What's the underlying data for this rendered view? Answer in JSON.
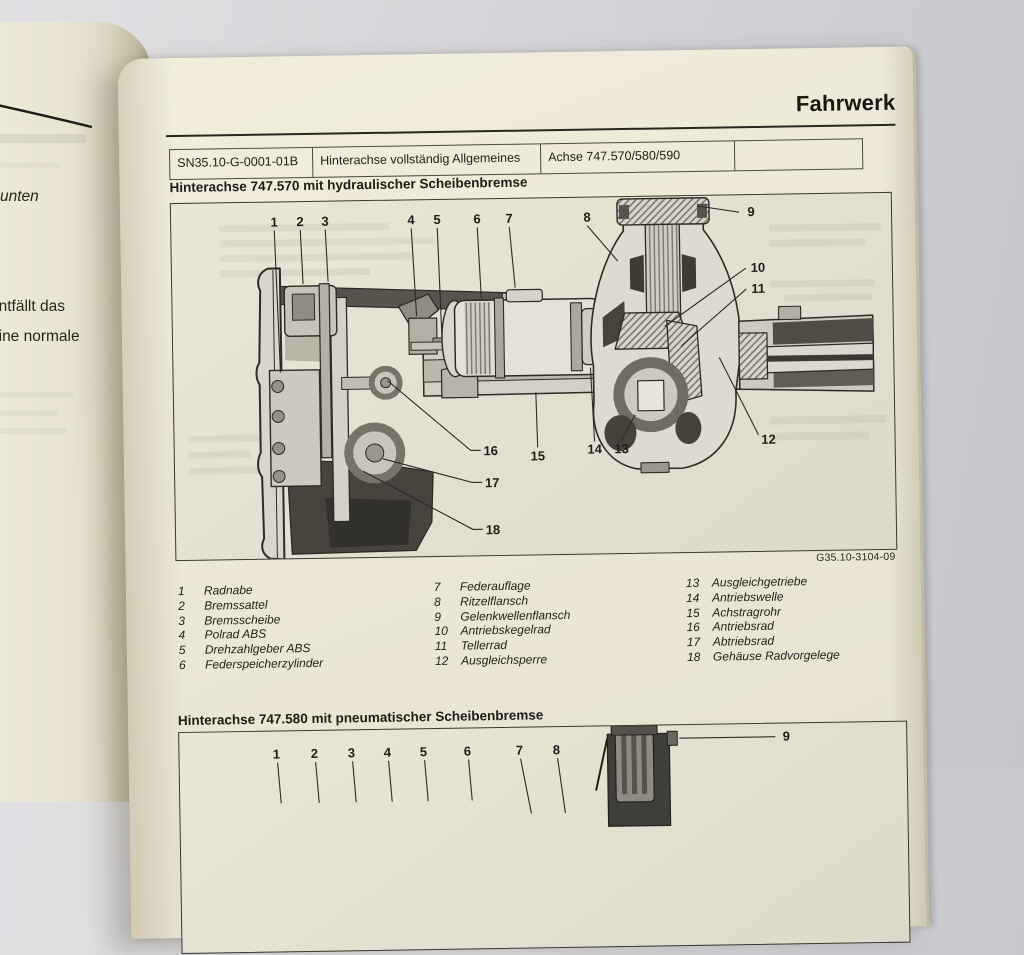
{
  "left_page": {
    "fragments": {
      "f1": "unten",
      "f2": "entfällt das",
      "f3": "eine normale"
    }
  },
  "page": {
    "header_title": "Fahrwerk",
    "info_table": {
      "cells": [
        "SN35.10-G-0001-01B",
        "Hinterachse vollständig Allgemeines",
        "Achse 747.570/580/590",
        ""
      ]
    },
    "section1_heading": "Hinterachse 747.570 mit hydraulischer Scheibenbremse",
    "figure_code": "G35.10-3104-09",
    "section2_heading": "Hinterachse 747.580 mit pneumatischer Scheibenbremse"
  },
  "diagram1": {
    "callouts": [
      "1",
      "2",
      "3",
      "4",
      "5",
      "6",
      "7",
      "8",
      "9",
      "10",
      "11",
      "12",
      "13",
      "14",
      "15",
      "16",
      "17",
      "18"
    ]
  },
  "diagram2": {
    "callouts": [
      "1",
      "2",
      "3",
      "4",
      "5",
      "6",
      "7",
      "8",
      "9"
    ]
  },
  "legend": {
    "items": [
      {
        "num": "1",
        "label": "Radnabe"
      },
      {
        "num": "2",
        "label": "Bremssattel"
      },
      {
        "num": "3",
        "label": "Bremsscheibe"
      },
      {
        "num": "4",
        "label": "Polrad ABS"
      },
      {
        "num": "5",
        "label": "Drehzahlgeber ABS"
      },
      {
        "num": "6",
        "label": "Federspeicherzylinder"
      },
      {
        "num": "7",
        "label": "Federauflage"
      },
      {
        "num": "8",
        "label": "Ritzelflansch"
      },
      {
        "num": "9",
        "label": "Gelenkwellenflansch"
      },
      {
        "num": "10",
        "label": "Antriebskegelrad"
      },
      {
        "num": "11",
        "label": "Tellerrad"
      },
      {
        "num": "12",
        "label": "Ausgleichsperre"
      },
      {
        "num": "13",
        "label": "Ausgleichgetriebe"
      },
      {
        "num": "14",
        "label": "Antriebswelle"
      },
      {
        "num": "15",
        "label": "Achstragrohr"
      },
      {
        "num": "16",
        "label": "Antriebsrad"
      },
      {
        "num": "17",
        "label": "Abtriebsrad"
      },
      {
        "num": "18",
        "label": "Gehäuse Radvorgelege"
      }
    ]
  },
  "colors": {
    "page": "#ece7d6",
    "ink": "#1f1e1b",
    "line_art": "#2c2b27",
    "background": "#d2d2d6"
  }
}
